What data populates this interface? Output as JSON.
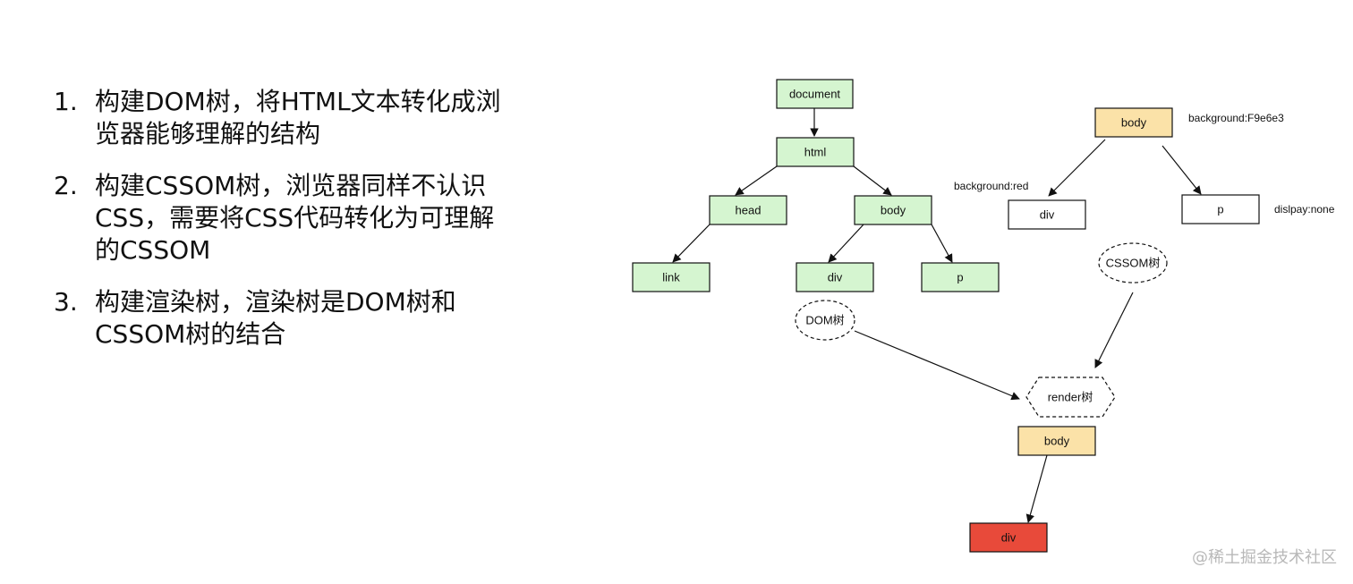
{
  "steps": [
    {
      "num": "1.",
      "text": "构建DOM树，将HTML文本转化成浏览器能够理解的结构"
    },
    {
      "num": "2.",
      "text": "构建CSSOM树，浏览器同样不认识CSS，需要将CSS代码转化为可理解的CSSOM"
    },
    {
      "num": "3.",
      "text": "构建渲染树，渲染树是DOM树和CSSOM树的结合"
    }
  ],
  "dom_tree": {
    "document": "document",
    "html": "html",
    "head": "head",
    "body": "body",
    "link": "link",
    "div": "div",
    "p": "p",
    "tag": "DOM树"
  },
  "cssom_tree": {
    "body": "body",
    "div": "div",
    "p": "p",
    "body_style": "background:F9e6e3",
    "div_style": "background:red",
    "p_style": "dislpay:none",
    "tag": "CSSOM树"
  },
  "render_tree": {
    "tag": "render树",
    "body": "body",
    "div": "div"
  },
  "colors": {
    "dom_node": "#d5f5d0",
    "body_node": "#fbe2a8",
    "white_node": "#ffffff",
    "red_node": "#e84a3a"
  },
  "watermark": "@稀土掘金技术社区"
}
